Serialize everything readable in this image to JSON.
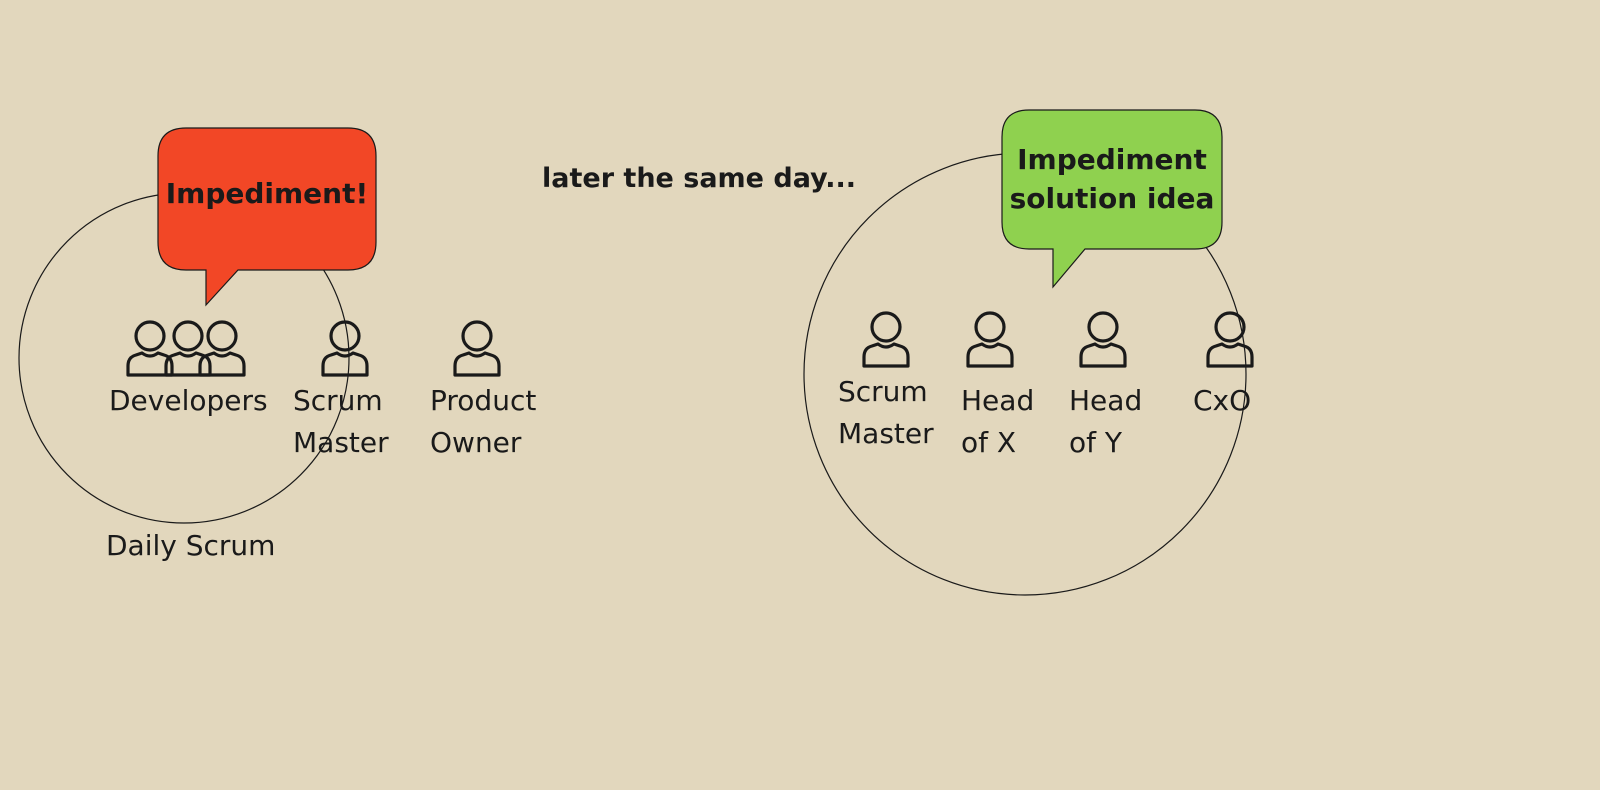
{
  "scene": {
    "left_group": {
      "bubble_text": "Impediment!",
      "bubble_color": "#f24726",
      "members": [
        {
          "label": "Developers",
          "icon": "people-group-icon"
        },
        {
          "label": "Scrum\nMaster",
          "icon": "person-icon"
        },
        {
          "label": "Product\nOwner",
          "icon": "person-icon"
        }
      ],
      "event_label": "Daily Scrum"
    },
    "transition_text": "later the same day...",
    "right_group": {
      "bubble_text": "Impediment\nsolution idea",
      "bubble_color": "#8fd14f",
      "members": [
        {
          "label": "Scrum\nMaster",
          "icon": "person-icon"
        },
        {
          "label": "Head\nof X",
          "icon": "person-icon"
        },
        {
          "label": "Head\nof Y",
          "icon": "person-icon"
        },
        {
          "label": "CxO",
          "icon": "person-icon"
        }
      ]
    },
    "colors": {
      "background": "#e2d7bd",
      "ink": "#1a1a1a"
    }
  }
}
